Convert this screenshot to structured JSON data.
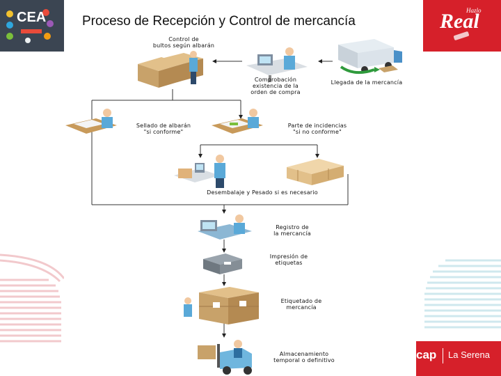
{
  "header": {
    "title": "Proceso de Recepción y Control de mercancía"
  },
  "logos": {
    "cea": "CEA",
    "hazlo": "Hazlo",
    "real": "Real"
  },
  "steps": {
    "control": "Control de\nbultos según albarán",
    "comprobacion": "Comprobación\nexistencia de la\norden de compra",
    "llegada": "Llegada de la mercancía",
    "sellado": "Sellado de albarán\n\"si conforme\"",
    "incidencias": "Parte de incidencias\n\"si no conforme\"",
    "desembalaje": "Desembalaje y Pesado si es necesario",
    "registro": "Registro de\nla mercancía",
    "impresion": "Impresión de\netiquetas",
    "etiquetado": "Etiquetado de\nmercancía",
    "almacenamiento": "Almacenamiento\ntemporal o definitivo"
  },
  "footer": {
    "brand": "cap",
    "city": "La Serena"
  },
  "colors": {
    "accent": "#d6202a",
    "box": "#c8a26a",
    "person": "#5aa9d8",
    "green": "#2f9a3c"
  }
}
